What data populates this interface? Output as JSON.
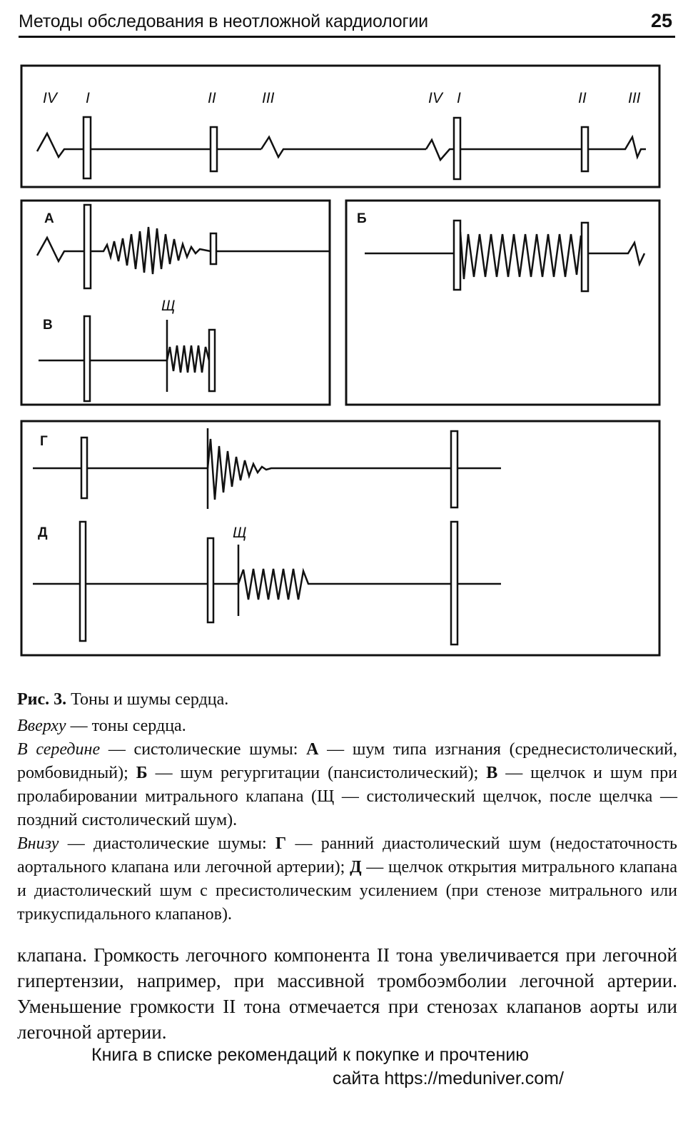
{
  "header": {
    "running_title": "Методы обследования в неотложной кардиологии",
    "page_number": "25"
  },
  "figure": {
    "top_panel_labels": {
      "iv_1": "IV",
      "i_1": "I",
      "ii_1": "II",
      "iii_1": "III",
      "iv_2": "IV",
      "i_2": "I",
      "ii_2": "II",
      "iii_2": "III"
    },
    "panel_labels": {
      "a": "А",
      "b": "Б",
      "v": "В",
      "g": "Г",
      "d": "Д"
    },
    "click_labels": {
      "v": "Щ",
      "d": "Щ"
    }
  },
  "caption": {
    "fig_label": "Рис. 3.",
    "fig_title": " Тоны и шумы сердца.",
    "top_label": "Вверху",
    "top_text": " — тоны сердца.",
    "middle_label": "В середине",
    "middle_text_1": " — систолические шумы: ",
    "a_label": "А",
    "a_text": " — шум типа изгнания (среднесистолический, ромбовидный); ",
    "b_label": "Б",
    "b_text": " — шум регургитации (пансистолический); ",
    "v_label": "В",
    "v_text": " — щелчок и шум при пролабировании митрального клапана (Щ — систолический щелчок, после щелчка — поздний систолический шум).",
    "bottom_label": "Внизу",
    "bottom_text_1": " — диастолические шумы: ",
    "g_label": "Г",
    "g_text": " — ранний диастолический шум (недостаточность аортального клапана или легочной артерии); ",
    "d_label": "Д",
    "d_text": " — щелчок открытия митрального клапана и диастолический шум с пресистолическим усилением (при стенозе митрального или трикуспидального клапанов)."
  },
  "body_text": "клапана. Громкость легочного компонента II тона увеличивается при легочной гипертензии, например, при массивной тромбоэмболии легочной артерии. Уменьшение громкости II тона отмечается при стенозах клапанов аорты или легочной артерии.",
  "footer": {
    "line1": "Книга в списке рекомендаций к покупке и прочтению",
    "line2": "сайта https://meduniver.com/"
  }
}
